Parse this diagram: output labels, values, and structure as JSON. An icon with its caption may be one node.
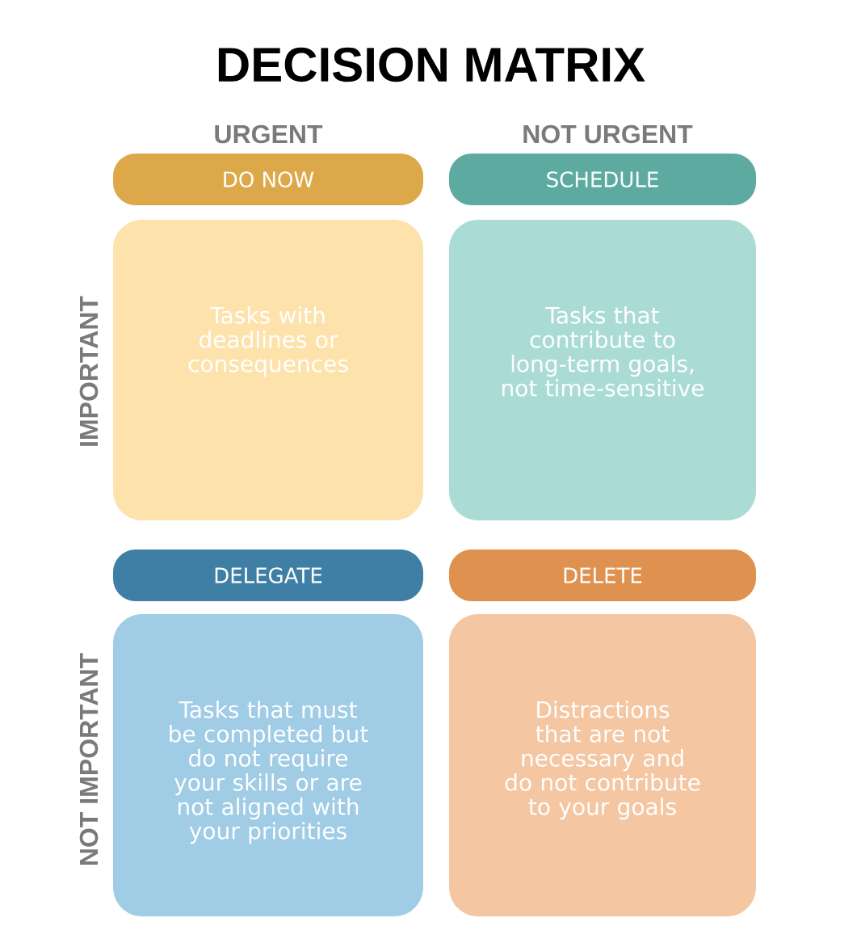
{
  "diagram": {
    "title": "DECISION MATRIX",
    "nodes": [
      {
        "text": [
          "DO NOW"
        ]
      },
      {
        "text": [
          "SCHEDULE"
        ]
      },
      {
        "text": [
          "Tasks with deadlines or consequences"
        ]
      },
      {
        "text": [
          "Tasks that contribute to long-term goals, not time-sensitive"
        ]
      },
      {
        "text": [
          "DELEGATE"
        ]
      },
      {
        "text": [
          "DELETE"
        ]
      },
      {
        "text": [
          "Tasks that must be completed but do not require your skills or are not aligned with your priorities"
        ]
      },
      {
        "text": [
          "Distractions that are not necessary and do not contribute to your goals"
        ]
      }
    ],
    "labels": [
      "URGENT",
      "NOT URGENT",
      "IMPORTANT",
      "NOT IMPORTANT"
    ]
  }
}
